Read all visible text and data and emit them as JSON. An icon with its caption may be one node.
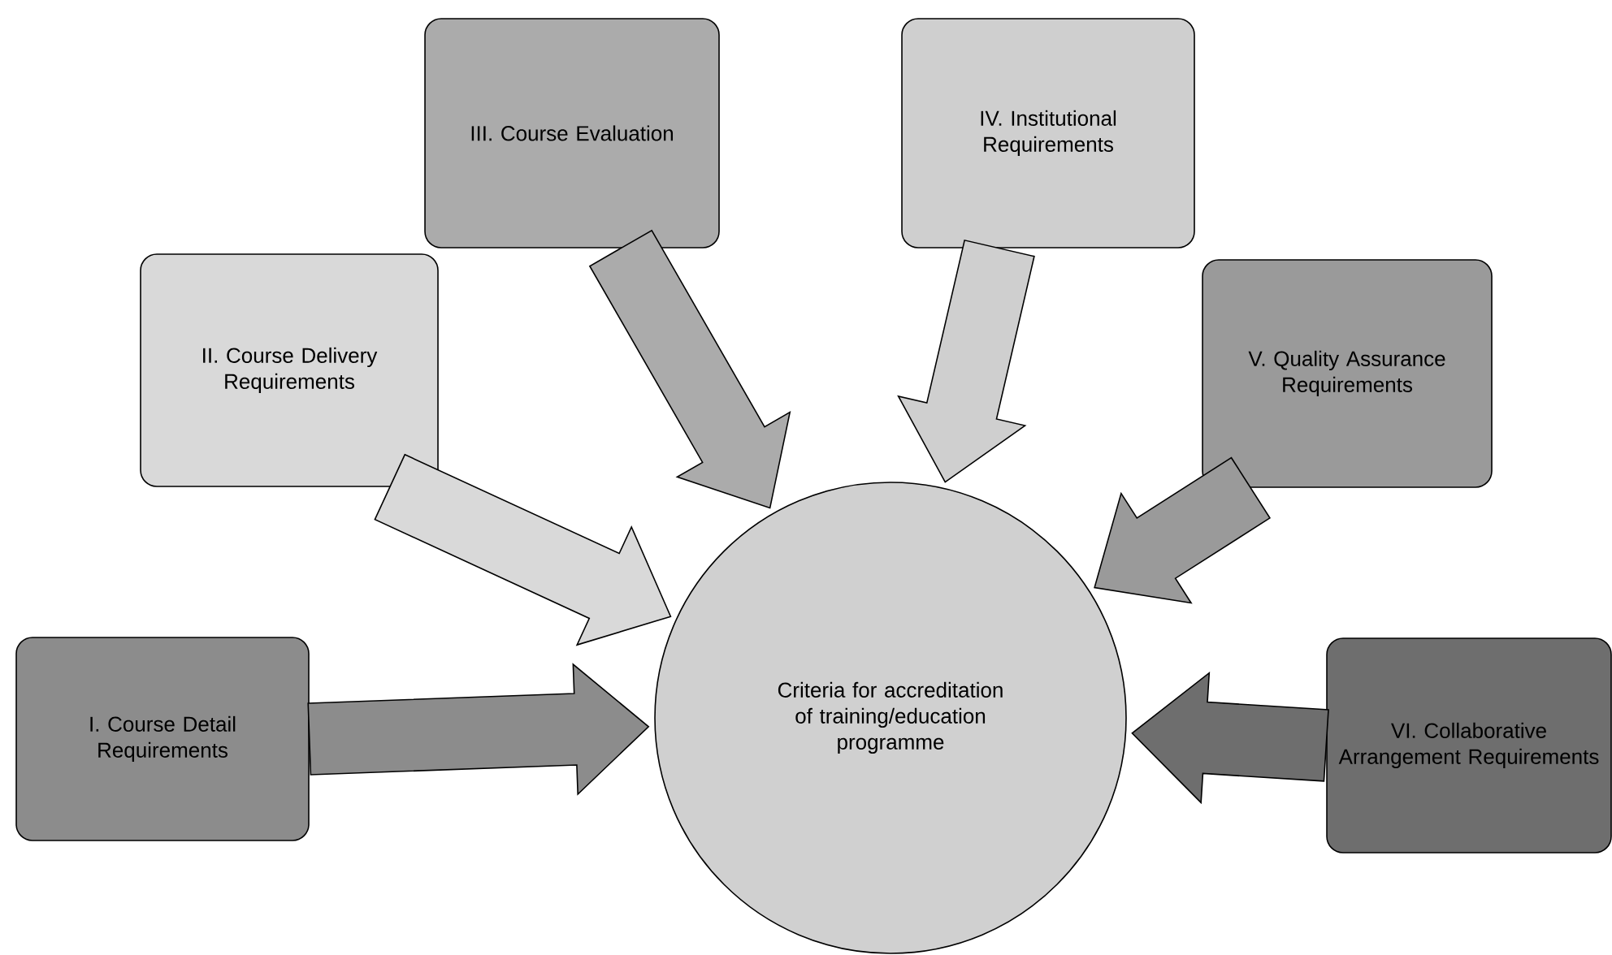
{
  "diagram": {
    "nodes": [
      {
        "text": [
          "I. Course Detail Requirements"
        ]
      },
      {
        "text": [
          "II. Course Delivery Requirements"
        ]
      },
      {
        "text": [
          "III. Course Evaluation"
        ]
      },
      {
        "text": [
          "IV. Institutional Requirements"
        ]
      },
      {
        "text": [
          "V. Quality Assurance Requirements"
        ]
      },
      {
        "text": [
          "VI. Collaborative Arrangement Requirements"
        ]
      },
      {
        "text": [
          "Criteria for accreditation of training/education programme"
        ]
      }
    ],
    "edges": [
      {
        "from": 0,
        "to": 6,
        "arrow": "to"
      },
      {
        "from": 1,
        "to": 6,
        "arrow": "to"
      },
      {
        "from": 2,
        "to": 6,
        "arrow": "to"
      },
      {
        "from": 3,
        "to": 6,
        "arrow": "to"
      },
      {
        "from": 4,
        "to": 6,
        "arrow": "to"
      },
      {
        "from": 5,
        "to": 6,
        "arrow": "to"
      }
    ]
  }
}
